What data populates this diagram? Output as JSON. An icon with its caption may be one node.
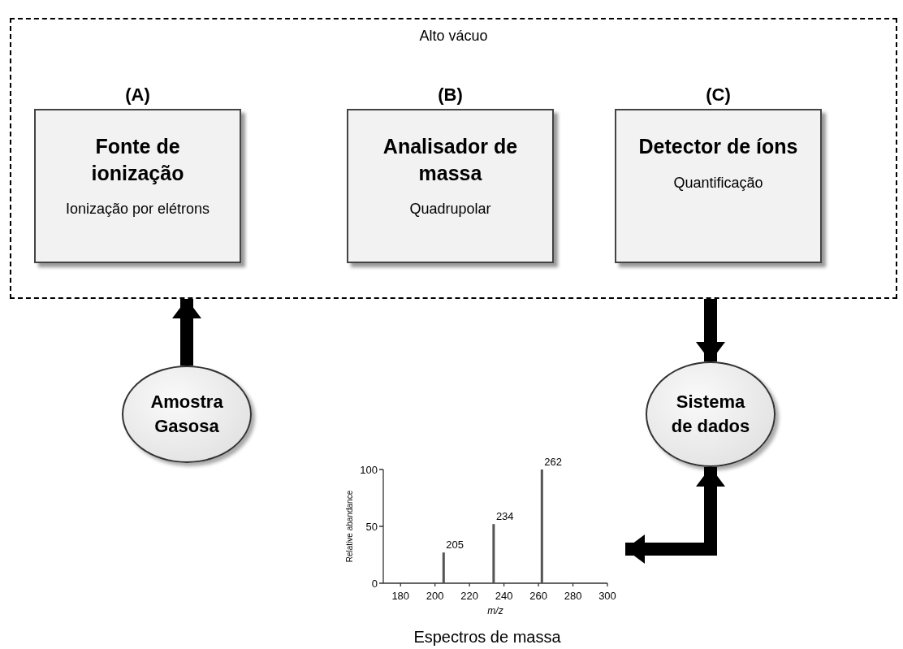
{
  "diagram": {
    "nodes": [
      {
        "text": [
          "Alto vácuo"
        ]
      },
      {
        "text": [
          "(A)",
          "Fonte de ionização",
          "Ionização por elétrons"
        ],
        "in": 0
      },
      {
        "text": [
          "(B)",
          "Analisador de massa",
          "Quadrupolar"
        ],
        "in": 0
      },
      {
        "text": [
          "(C)",
          "Detector de íons",
          "Quantificação"
        ],
        "in": 0
      },
      {
        "text": [
          "Amostra Gasosa"
        ]
      },
      {
        "text": [
          "Sistema de dados"
        ]
      },
      {
        "text": [],
        "shape": "picture",
        "beside": [
          "Espectros de massa"
        ]
      }
    ],
    "edges": [
      {
        "from": 4,
        "to": 0,
        "arrow": "to"
      },
      {
        "from": 0,
        "to": 5,
        "arrow": "to"
      },
      {
        "from": 5,
        "to": 6,
        "arrow": "both"
      }
    ],
    "chart_data": {
      "type": "bar",
      "xlabel": "m/z",
      "ylabel": "Relative abandance",
      "x": [
        205,
        234,
        262
      ],
      "values": [
        27,
        52,
        100
      ],
      "xlim": [
        170,
        300
      ],
      "ylim": [
        0,
        100
      ],
      "xticks": [
        180,
        200,
        220,
        240,
        260,
        280,
        300
      ],
      "yticks": [
        0,
        50,
        100
      ],
      "annotations": [
        {
          "x": 205,
          "y": 27,
          "text": "205"
        },
        {
          "x": 234,
          "y": 52,
          "text": "234"
        },
        {
          "x": 262,
          "y": 100,
          "text": "262"
        }
      ]
    }
  }
}
